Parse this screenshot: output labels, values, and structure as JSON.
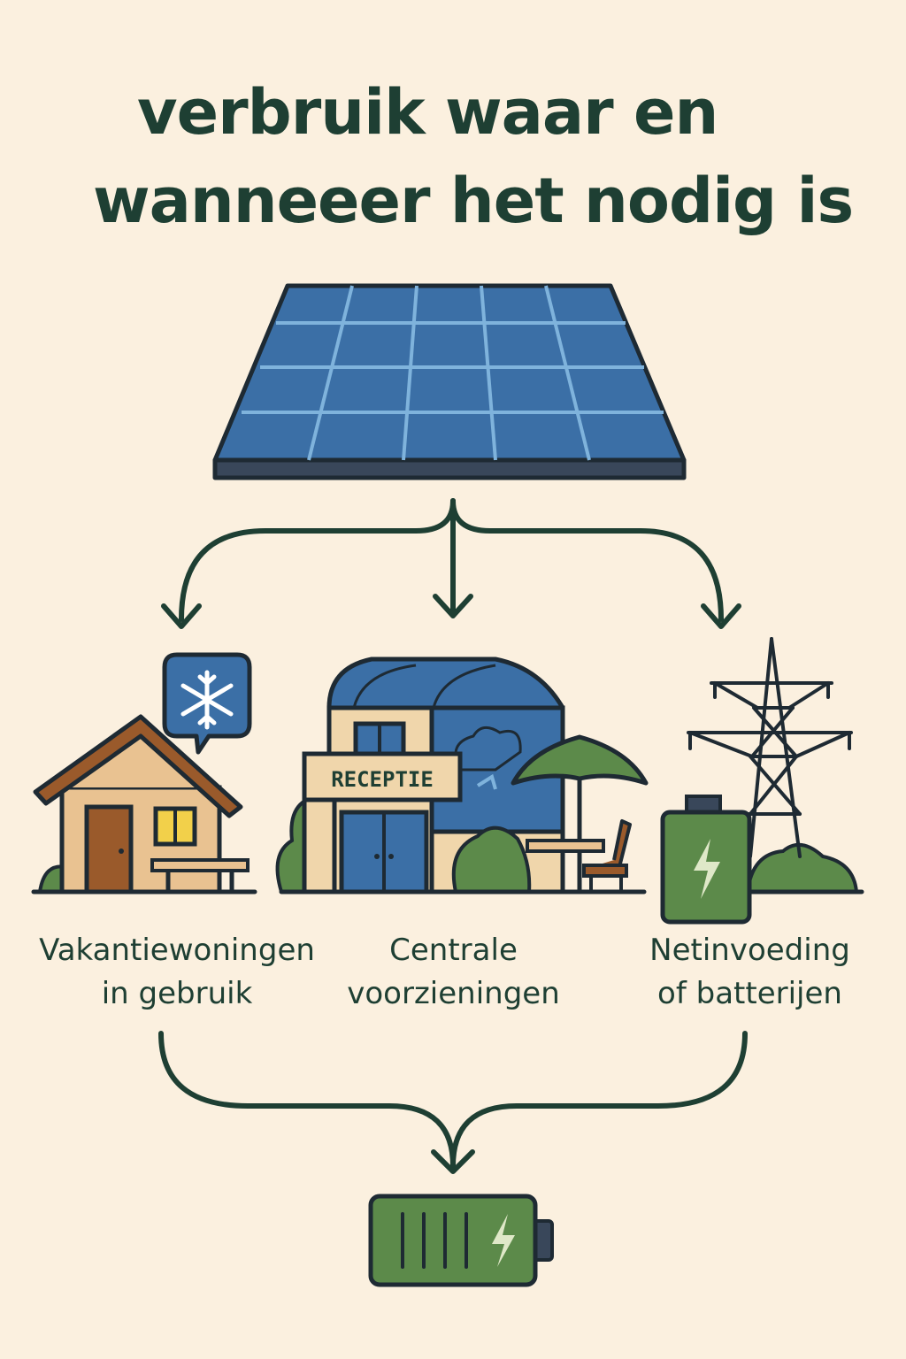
{
  "title": {
    "line1": "verbruik waar en",
    "line2": "wanneeer het nodig is"
  },
  "destinations": [
    {
      "id": "holiday-homes",
      "line1": "Vakantiewoningen",
      "line2": "in gebruik",
      "icon": "holiday-home-icon",
      "badge_icon": "snowflake-icon"
    },
    {
      "id": "central-facilities",
      "line1": "Centrale",
      "line2": "voorzieningen",
      "icon": "reception-building-icon",
      "sign": "RECEPTIE"
    },
    {
      "id": "grid-or-batteries",
      "line1": "Netinvoeding",
      "line2": "of batterijen",
      "icon": "power-pylon-icon",
      "extra_icon": "battery-icon"
    }
  ],
  "source_icon": "solar-panel-icon",
  "storage_icon": "battery-charging-icon",
  "colors": {
    "background": "#fbf0df",
    "ink": "#1e3f33",
    "panel_blue": "#3b6fa6",
    "green": "#5c8a4a",
    "roof_brown": "#9a5a2b",
    "wall_tan": "#e9c291"
  }
}
